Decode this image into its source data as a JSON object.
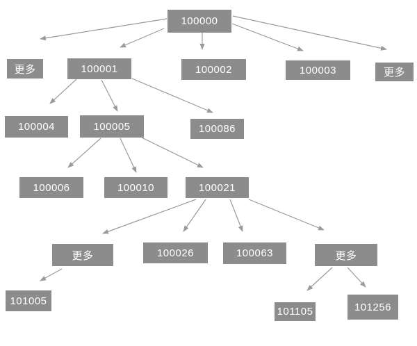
{
  "colors": {
    "background": "#ffffff",
    "node_fill": "#8c8c8c",
    "node_text_color": "#ffffff",
    "arrow_color": "#9a9a9a"
  },
  "nodes": [
    {
      "id": "100000",
      "label": "100000"
    },
    {
      "id": "more-top-left",
      "label": "更多"
    },
    {
      "id": "100001",
      "label": "100001"
    },
    {
      "id": "100002",
      "label": "100002"
    },
    {
      "id": "100003",
      "label": "100003"
    },
    {
      "id": "more-top-right",
      "label": "更多"
    },
    {
      "id": "100004",
      "label": "100004"
    },
    {
      "id": "100005",
      "label": "100005"
    },
    {
      "id": "100086",
      "label": "100086"
    },
    {
      "id": "100006",
      "label": "100006"
    },
    {
      "id": "100010",
      "label": "100010"
    },
    {
      "id": "100021",
      "label": "100021"
    },
    {
      "id": "more-mid-left",
      "label": "更多"
    },
    {
      "id": "100026",
      "label": "100026"
    },
    {
      "id": "100063",
      "label": "100063"
    },
    {
      "id": "more-mid-right",
      "label": "更多"
    },
    {
      "id": "101005",
      "label": "101005"
    },
    {
      "id": "101105",
      "label": "101105"
    },
    {
      "id": "101256",
      "label": "101256"
    }
  ],
  "edges": [
    {
      "from": "100000",
      "to": "more-top-left"
    },
    {
      "from": "100000",
      "to": "100001"
    },
    {
      "from": "100000",
      "to": "100002"
    },
    {
      "from": "100000",
      "to": "100003"
    },
    {
      "from": "100000",
      "to": "more-top-right"
    },
    {
      "from": "100001",
      "to": "100004"
    },
    {
      "from": "100001",
      "to": "100005"
    },
    {
      "from": "100001",
      "to": "100086"
    },
    {
      "from": "100005",
      "to": "100006"
    },
    {
      "from": "100005",
      "to": "100010"
    },
    {
      "from": "100005",
      "to": "100021"
    },
    {
      "from": "100021",
      "to": "more-mid-left"
    },
    {
      "from": "100021",
      "to": "100026"
    },
    {
      "from": "100021",
      "to": "100063"
    },
    {
      "from": "100021",
      "to": "more-mid-right"
    },
    {
      "from": "more-mid-left",
      "to": "101005"
    },
    {
      "from": "more-mid-right",
      "to": "101105"
    },
    {
      "from": "more-mid-right",
      "to": "101256"
    }
  ]
}
